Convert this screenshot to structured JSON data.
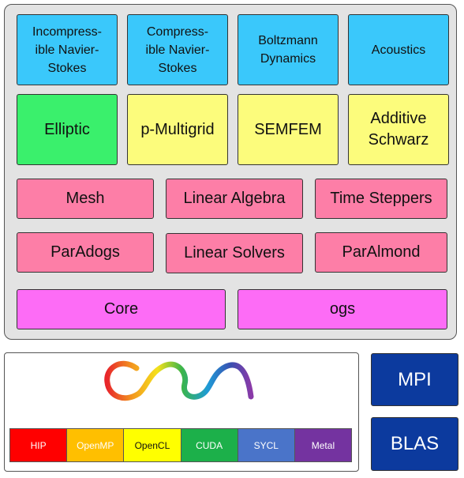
{
  "physics": [
    {
      "key": "incompressible",
      "lines": [
        "Incompress-",
        "ible Navier-",
        "Stokes"
      ]
    },
    {
      "key": "compressible",
      "lines": [
        "Compress-",
        "ible Navier-",
        "Stokes"
      ]
    },
    {
      "key": "boltzmann",
      "lines": [
        "Boltzmann",
        "Dynamics"
      ]
    },
    {
      "key": "acoustics",
      "lines": [
        "Acoustics"
      ]
    }
  ],
  "solvers": {
    "elliptic": "Elliptic",
    "pmultigrid": "p-Multigrid",
    "semfem": "SEMFEM",
    "additive_line1": "Additive",
    "additive_line2": "Schwarz"
  },
  "infrastructure": {
    "mesh": "Mesh",
    "linear_algebra": "Linear Algebra",
    "time_steppers": "Time Steppers",
    "paradogs": "ParAdogs",
    "linear_solvers": "Linear Solvers",
    "paralmond": "ParAlmond",
    "core": "Core",
    "ogs": "ogs"
  },
  "backends": [
    {
      "label": "HIP",
      "color": "#ff0000",
      "text_color": "#ffffff"
    },
    {
      "label": "OpenMP",
      "color": "#ffbf00",
      "text_color": "#ffffff"
    },
    {
      "label": "OpenCL",
      "color": "#ffff00",
      "text_color": "#111111"
    },
    {
      "label": "CUDA",
      "color": "#1cb04a",
      "text_color": "#ffffff"
    },
    {
      "label": "SYCL",
      "color": "#4a74c9",
      "text_color": "#ffffff"
    },
    {
      "label": "Metal",
      "color": "#7433a0",
      "text_color": "#ffffff"
    }
  ],
  "external": {
    "mpi": "MPI",
    "blas": "BLAS"
  },
  "logo_icon": "occa-logo-icon"
}
